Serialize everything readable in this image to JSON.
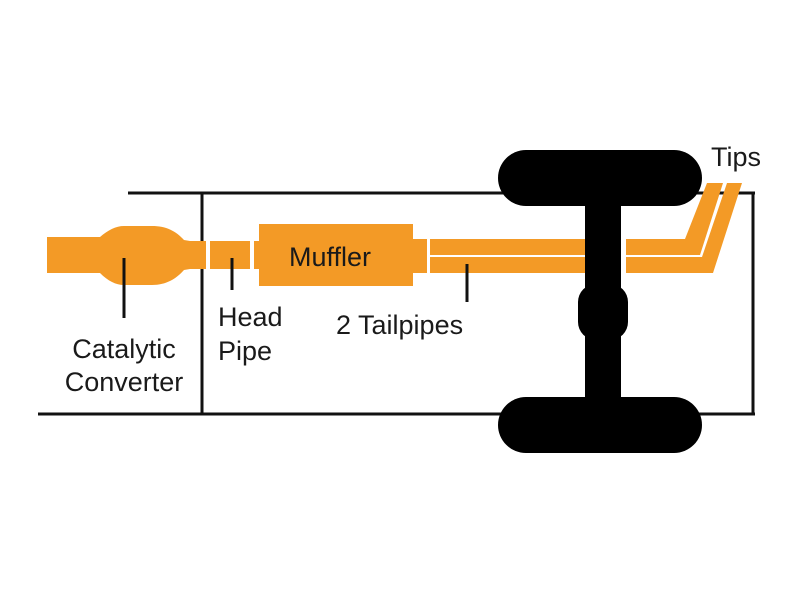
{
  "colors": {
    "pipe": "#f39a26",
    "frame": "#111111",
    "tire": "#000000",
    "text": "#1a1a1a"
  },
  "labels": {
    "muffler": "Muffler",
    "tips": "Tips",
    "catalytic_line1": "Catalytic",
    "catalytic_line2": "Converter",
    "head_line1": "Head",
    "head_line2": "Pipe",
    "tailpipes": "2 Tailpipes"
  }
}
